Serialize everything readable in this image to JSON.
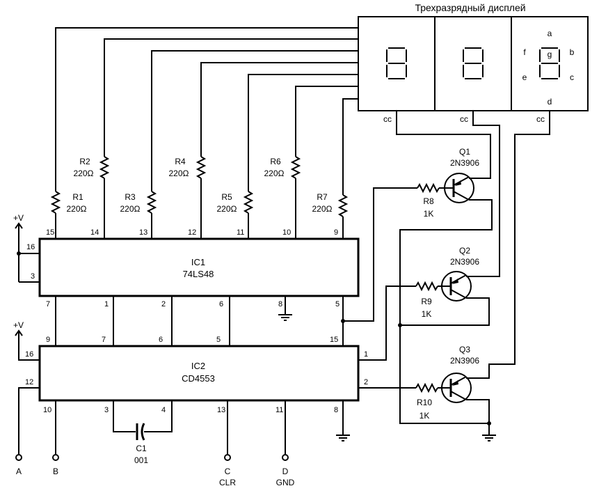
{
  "display": {
    "title": "Трехразрядный дисплей",
    "segments": [
      "a",
      "b",
      "c",
      "d",
      "e",
      "f",
      "g"
    ],
    "common": "cc"
  },
  "ic1": {
    "ref": "IC1",
    "part": "74LS48"
  },
  "ic2": {
    "ref": "IC2",
    "part": "CD4553"
  },
  "resistors": [
    {
      "ref": "R1",
      "value": "220Ω"
    },
    {
      "ref": "R2",
      "value": "220Ω"
    },
    {
      "ref": "R3",
      "value": "220Ω"
    },
    {
      "ref": "R4",
      "value": "220Ω"
    },
    {
      "ref": "R5",
      "value": "220Ω"
    },
    {
      "ref": "R6",
      "value": "220Ω"
    },
    {
      "ref": "R7",
      "value": "220Ω"
    },
    {
      "ref": "R8",
      "value": "1K"
    },
    {
      "ref": "R9",
      "value": "1K"
    },
    {
      "ref": "R10",
      "value": "1K"
    }
  ],
  "transistors": [
    {
      "ref": "Q1",
      "part": "2N3906"
    },
    {
      "ref": "Q2",
      "part": "2N3906"
    },
    {
      "ref": "Q3",
      "part": "2N3906"
    }
  ],
  "capacitor": {
    "ref": "C1",
    "value": "001"
  },
  "power": "+V",
  "ic1_pins": [
    "15",
    "14",
    "13",
    "12",
    "11",
    "10",
    "9",
    "16",
    "3",
    "7",
    "1",
    "2",
    "6",
    "8",
    "5"
  ],
  "ic2_pins": [
    "9",
    "7",
    "6",
    "5",
    "15",
    "16",
    "12",
    "1",
    "2",
    "10",
    "3",
    "4",
    "13",
    "11",
    "8"
  ],
  "terminals": [
    {
      "id": "A",
      "label": "A"
    },
    {
      "id": "B",
      "label": "B"
    },
    {
      "id": "C",
      "label": "C"
    },
    {
      "id": "CLR",
      "label": "CLR"
    },
    {
      "id": "D",
      "label": "D"
    },
    {
      "id": "GND",
      "label": "GND"
    }
  ]
}
